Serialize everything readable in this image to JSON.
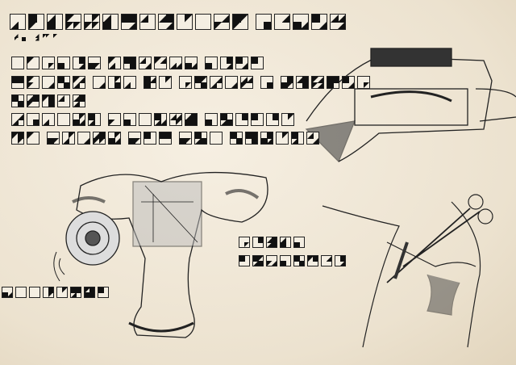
{
  "artwork": {
    "description_style": "cipher-text pen drawing",
    "cipher_lines": [
      {
        "name": "title-line",
        "words": [
          13,
          5
        ],
        "size": 20
      },
      {
        "name": "subtitle-line",
        "words": [
          5
        ],
        "size": 10
      },
      {
        "name": "body-line-1",
        "words": [
          6,
          6,
          4
        ],
        "size": 16
      },
      {
        "name": "body-line-2",
        "words": [
          5,
          3,
          2,
          5,
          1,
          6
        ],
        "size": 16
      },
      {
        "name": "body-line-3",
        "words": [
          5
        ],
        "size": 16
      },
      {
        "name": "body-line-4",
        "words": [
          6,
          6,
          6
        ],
        "size": 16
      },
      {
        "name": "body-line-5",
        "words": [
          2,
          5,
          3,
          3,
          6
        ],
        "size": 16
      },
      {
        "name": "uterus-label-1",
        "words": [
          5
        ],
        "size": 14
      },
      {
        "name": "uterus-label-2",
        "words": [
          8
        ],
        "size": 14
      },
      {
        "name": "left-label",
        "words": [
          8
        ],
        "size": 14
      }
    ]
  }
}
